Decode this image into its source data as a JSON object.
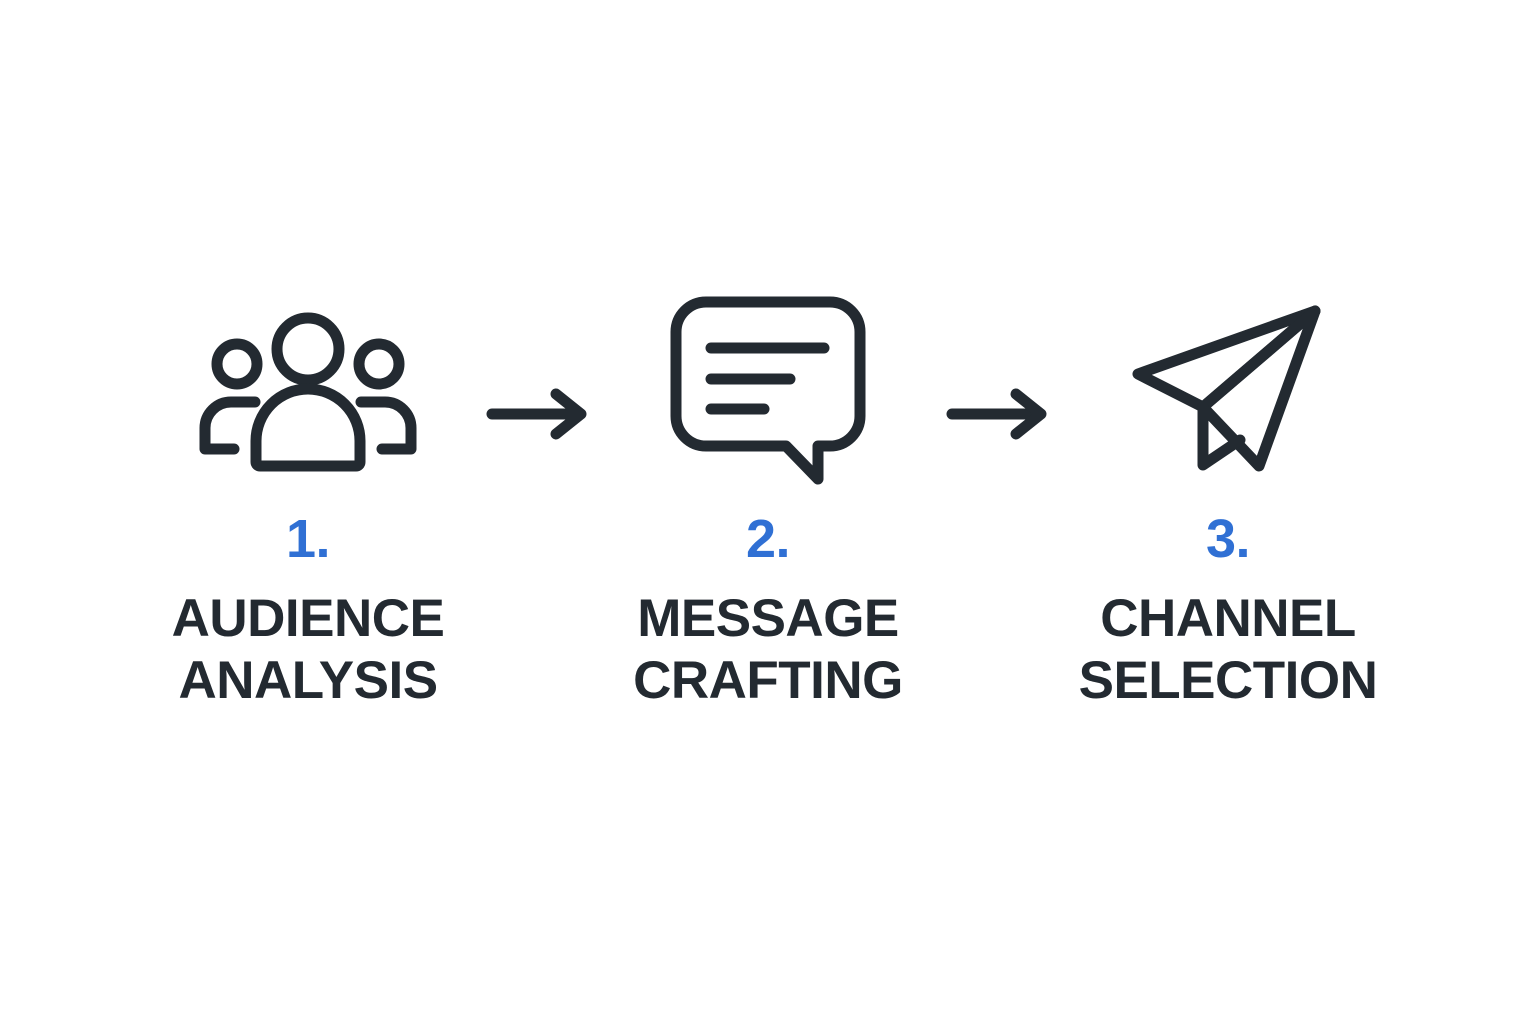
{
  "page": {
    "background_color": "#ffffff",
    "accent_color": "#3070d4",
    "ink_color": "#232a31",
    "title": "Process Steps Infographic"
  },
  "flow": {
    "steps": [
      {
        "number": "1.",
        "title": "AUDIENCE\nANALYSIS",
        "icon": "people-group-icon"
      },
      {
        "number": "2.",
        "title": "MESSAGE\nCRAFTING",
        "icon": "speech-bubble-icon"
      },
      {
        "number": "3.",
        "title": "CHANNEL\nSELECTION",
        "icon": "paper-plane-icon"
      }
    ],
    "connectors": [
      {
        "icon": "arrow-right-icon"
      },
      {
        "icon": "arrow-right-icon"
      }
    ]
  }
}
